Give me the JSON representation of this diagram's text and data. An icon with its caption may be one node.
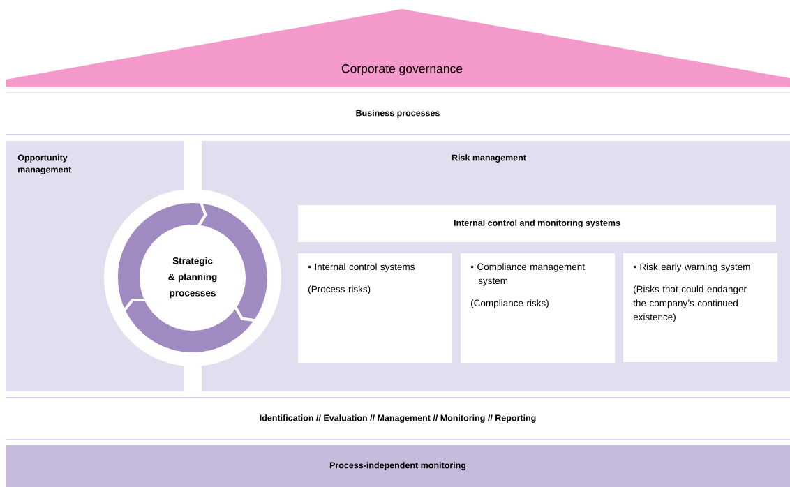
{
  "diagram": {
    "nodes": [
      {
        "text": [
          "Corporate governance"
        ]
      },
      {
        "text": [
          "Business processes"
        ]
      },
      {
        "text": [
          "Opportunity management"
        ]
      },
      {
        "text": [
          "Risk management"
        ]
      },
      {
        "text": [
          "Strategic & planning processes"
        ]
      },
      {
        "text": [
          "Internal control and monitoring systems"
        ],
        "in": 3
      },
      {
        "text": [
          "• Internal control systems",
          "(Process risks)"
        ],
        "in": 3
      },
      {
        "text": [
          "• Compliance management system",
          "(Compliance risks)"
        ],
        "in": 3
      },
      {
        "text": [
          "• Risk early warning system",
          "(Risks that could endanger the company’s continued existence)"
        ],
        "in": 3
      },
      {
        "text": [
          "Identification  //  Evaluation  //  Management  //  Monitoring  //  Reporting"
        ]
      },
      {
        "text": [
          "Process-independent monitoring"
        ]
      }
    ]
  }
}
